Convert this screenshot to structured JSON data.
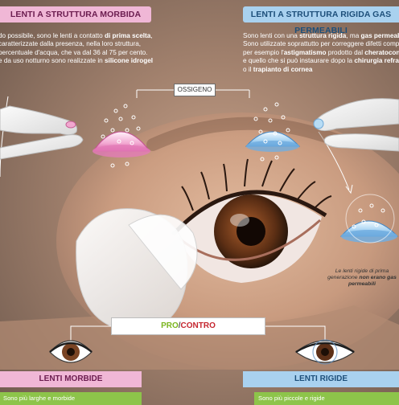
{
  "soft": {
    "header": "LENTI A STRUTTURA MORBIDA",
    "desc": [
      [
        "do possibile, sono le lenti a contatto ",
        "di prima scelta",
        ","
      ],
      [
        "caratterizzate dalla presenza, nella loro struttura,",
        "",
        ""
      ],
      [
        "percentuale d'acqua, che va dal 36 al 75 per cento.",
        "",
        ""
      ],
      [
        "e da uso notturno sono realizzate in ",
        "silicone idrogel",
        ""
      ]
    ],
    "bottom": "LENTI MORBIDE",
    "green": "Sono più larghe e morbide"
  },
  "rigid": {
    "header": "LENTI A STRUTTURA RIGIDA GAS PERMEABILI",
    "desc_line1": {
      "a": "Sono lenti con una ",
      "b": "struttura rigida",
      "c": ", ma ",
      "d": "gas permeabili",
      "e": "."
    },
    "desc_line2": "Sono utilizzate soprattutto per correggere difetti complessi",
    "desc_line3": {
      "a": "per esempio l'",
      "b": "astigmatismo",
      "c": " prodotto dal ",
      "d": "cheratocono"
    },
    "desc_line4": {
      "a": "e quello che si può instaurare dopo la ",
      "b": "chirurgia refrattiva"
    },
    "desc_line5": {
      "a": "o il ",
      "b": "trapianto di cornea"
    },
    "bottom": "LENTI RIGIDE",
    "green": "Sono più piccole e rigide"
  },
  "oxygen_label": "OSSIGENO",
  "caption": {
    "a": "Le lenti rigide di prima generazione ",
    "b": "non erano gas permeabili"
  },
  "procontro": {
    "pro": "PRO",
    "sep": "/",
    "contro": "CONTRO"
  },
  "colors": {
    "pink_header": "#f0b7d6",
    "blue_header": "#a9d1ef",
    "green_bar": "#8dc44a",
    "pro_green": "#7bb51f",
    "contro_red": "#c5262f"
  }
}
